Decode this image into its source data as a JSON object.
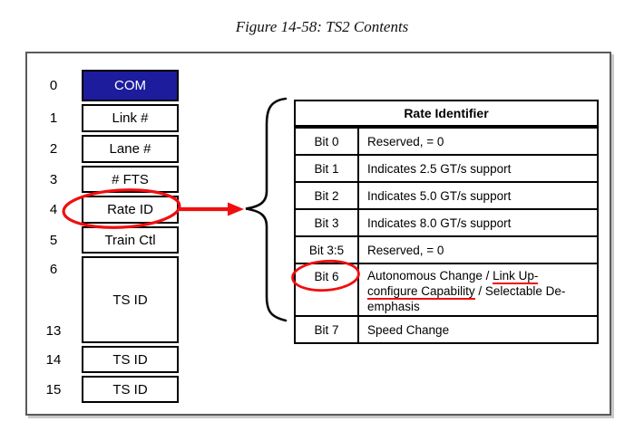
{
  "figure_title": "Figure 14-58: TS2 Contents",
  "byte_map": {
    "rows": [
      {
        "offset": "0",
        "label": "COM"
      },
      {
        "offset": "1",
        "label": "Link #"
      },
      {
        "offset": "2",
        "label": "Lane #"
      },
      {
        "offset": "3",
        "label": "# FTS"
      },
      {
        "offset": "4",
        "label": "Rate ID"
      },
      {
        "offset": "5",
        "label": "Train Ctl"
      },
      {
        "offset_start": "6",
        "offset_end": "13",
        "label": "TS ID"
      },
      {
        "offset": "14",
        "label": "TS ID"
      },
      {
        "offset": "15",
        "label": "TS ID"
      }
    ]
  },
  "rate_table": {
    "title": "Rate Identifier",
    "rows": [
      {
        "bit": "Bit 0",
        "desc": "Reserved, = 0"
      },
      {
        "bit": "Bit 1",
        "desc": "Indicates 2.5 GT/s support"
      },
      {
        "bit": "Bit 2",
        "desc": "Indicates 5.0 GT/s support"
      },
      {
        "bit": "Bit 3",
        "desc": "Indicates 8.0 GT/s support"
      },
      {
        "bit": "Bit 3:5",
        "desc": "Reserved, = 0"
      },
      {
        "bit": "Bit 6",
        "desc_segments": {
          "plain1": "Autonomous Change / ",
          "underlined1": "Link Up-",
          "underlined2": "configure Capability",
          "plain2": " / Selectable De-",
          "plain3": "emphasis"
        }
      },
      {
        "bit": "Bit 7",
        "desc": "Speed Change"
      }
    ]
  },
  "annotations": {
    "rate_id_circle": "hand-drawn red ellipse around Rate ID byte",
    "bit6_circle": "hand-drawn red ellipse around Bit 6 label",
    "arrow": "red arrow from Rate ID to brace before Rate Identifier table",
    "brace": "black curly brace grouping the Rate Identifier table",
    "red_underlines": "red underline under 'Link Up-' and 'configure Capability'"
  },
  "colors": {
    "com_cell_bg": "#1C1C9C",
    "com_cell_text": "#FFFFFF",
    "annotation_red": "#F10E0E",
    "table_border": "#000000",
    "panel_border": "#5A5A5E"
  }
}
